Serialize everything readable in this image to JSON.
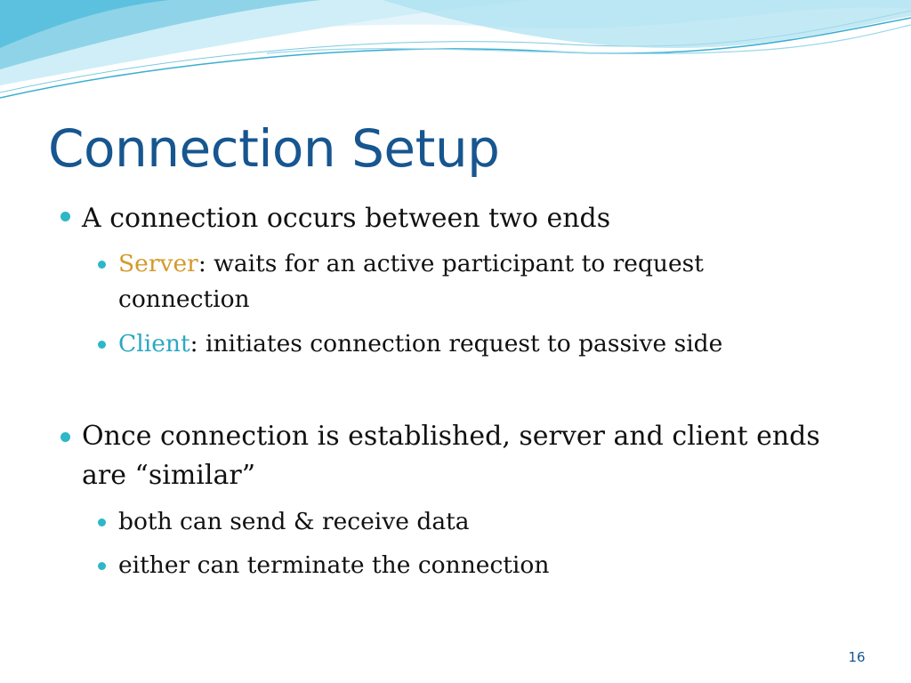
{
  "slide": {
    "title": "Connection Setup",
    "bullets": [
      {
        "text": "A connection occurs between two ends"
      },
      {
        "label": "Server",
        "text": ": waits for an active participant to request connection"
      },
      {
        "label": "Client",
        "text": ": initiates connection request to passive side"
      },
      {
        "text": "Once connection is established, server and client ends are “similar”"
      },
      {
        "text": "both can send & receive data"
      },
      {
        "text": "either can terminate the connection"
      }
    ],
    "page_number": "16"
  },
  "colors": {
    "title": "#17568f",
    "bullet": "#2eb7c6",
    "server_label": "#d49a2a",
    "client_label": "#2aa9c4",
    "wave_light": "#cfeef7",
    "wave_mid": "#8fd3e8",
    "wave_dark": "#3aaed0"
  }
}
